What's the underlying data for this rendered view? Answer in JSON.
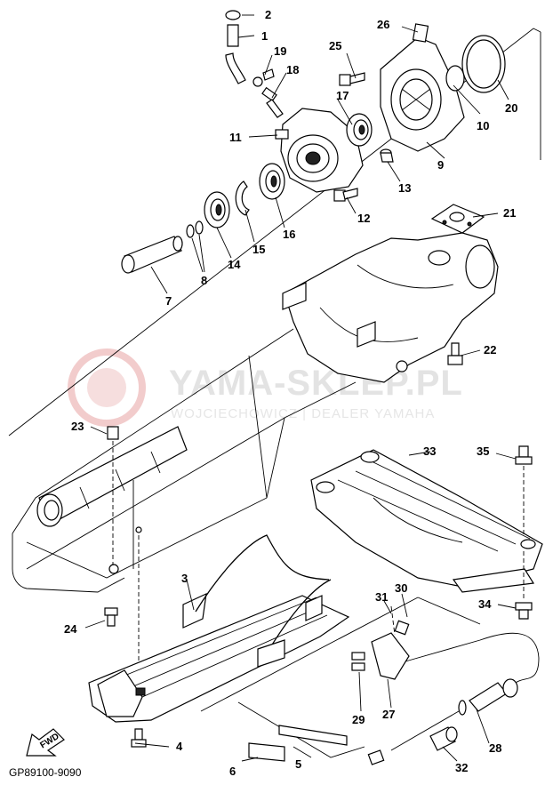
{
  "diagram": {
    "code": "GP89100-9090",
    "fwd_label": "FWD",
    "watermark": {
      "title": "YAMA-SKLEP.PL",
      "subtitle": "WOJCIECHOWICZ | DEALER YAMAHA"
    },
    "parts": [
      {
        "id": "p1",
        "num": "1"
      },
      {
        "id": "p2",
        "num": "2"
      },
      {
        "id": "p3",
        "num": "3"
      },
      {
        "id": "p4",
        "num": "4"
      },
      {
        "id": "p5",
        "num": "5"
      },
      {
        "id": "p6",
        "num": "6"
      },
      {
        "id": "p7",
        "num": "7"
      },
      {
        "id": "p8",
        "num": "8"
      },
      {
        "id": "p9",
        "num": "9"
      },
      {
        "id": "p10",
        "num": "10"
      },
      {
        "id": "p11",
        "num": "11"
      },
      {
        "id": "p12",
        "num": "12"
      },
      {
        "id": "p13",
        "num": "13"
      },
      {
        "id": "p14",
        "num": "14"
      },
      {
        "id": "p15",
        "num": "15"
      },
      {
        "id": "p16",
        "num": "16"
      },
      {
        "id": "p17",
        "num": "17"
      },
      {
        "id": "p18",
        "num": "18"
      },
      {
        "id": "p19",
        "num": "19"
      },
      {
        "id": "p20",
        "num": "20"
      },
      {
        "id": "p21",
        "num": "21"
      },
      {
        "id": "p22",
        "num": "22"
      },
      {
        "id": "p23",
        "num": "23"
      },
      {
        "id": "p24",
        "num": "24"
      },
      {
        "id": "p25",
        "num": "25"
      },
      {
        "id": "p26",
        "num": "26"
      },
      {
        "id": "p27",
        "num": "27"
      },
      {
        "id": "p28",
        "num": "28"
      },
      {
        "id": "p29",
        "num": "29"
      },
      {
        "id": "p30",
        "num": "30"
      },
      {
        "id": "p31",
        "num": "31"
      },
      {
        "id": "p32",
        "num": "32"
      },
      {
        "id": "p33",
        "num": "33"
      },
      {
        "id": "p34",
        "num": "34"
      },
      {
        "id": "p35",
        "num": "35"
      }
    ]
  }
}
